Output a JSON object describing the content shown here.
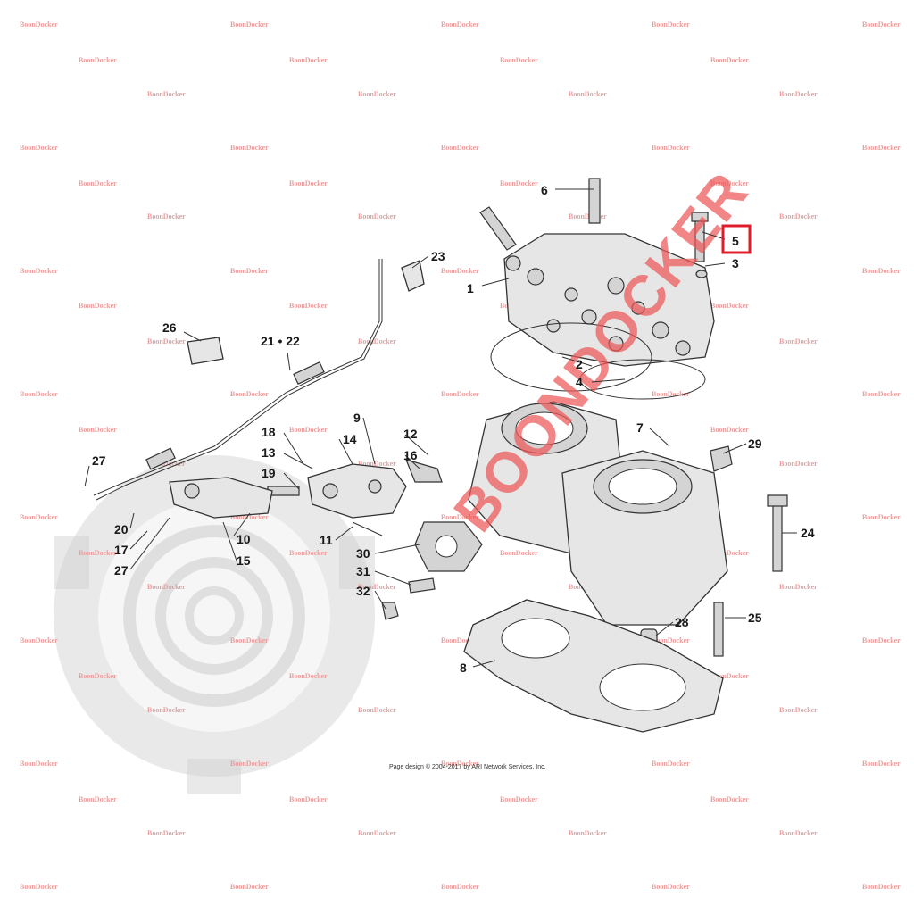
{
  "diagram": {
    "highlight_color": "#e01d2b",
    "watermark_color": "#ee5757",
    "brand_watermark": "BOONDOCKER",
    "tile_watermark": "BoonDocker",
    "credit": "Page design © 2004-2017 by ARI Network Services, Inc.",
    "callouts": [
      {
        "id": "1",
        "label": "1"
      },
      {
        "id": "2",
        "label": "2"
      },
      {
        "id": "3",
        "label": "3"
      },
      {
        "id": "4",
        "label": "4"
      },
      {
        "id": "5",
        "label": "5",
        "highlighted": true
      },
      {
        "id": "6",
        "label": "6"
      },
      {
        "id": "7",
        "label": "7"
      },
      {
        "id": "8",
        "label": "8"
      },
      {
        "id": "9",
        "label": "9"
      },
      {
        "id": "10",
        "label": "10"
      },
      {
        "id": "11",
        "label": "11"
      },
      {
        "id": "12",
        "label": "12"
      },
      {
        "id": "13",
        "label": "13"
      },
      {
        "id": "14",
        "label": "14"
      },
      {
        "id": "15",
        "label": "15"
      },
      {
        "id": "16",
        "label": "16"
      },
      {
        "id": "17",
        "label": "17"
      },
      {
        "id": "18",
        "label": "18"
      },
      {
        "id": "19",
        "label": "19"
      },
      {
        "id": "20",
        "label": "20"
      },
      {
        "id": "21-22",
        "label": "21 • 22"
      },
      {
        "id": "23",
        "label": "23"
      },
      {
        "id": "24",
        "label": "24"
      },
      {
        "id": "25",
        "label": "25"
      },
      {
        "id": "26",
        "label": "26"
      },
      {
        "id": "27a",
        "label": "27"
      },
      {
        "id": "27b",
        "label": "27"
      },
      {
        "id": "28",
        "label": "28"
      },
      {
        "id": "29",
        "label": "29"
      },
      {
        "id": "30",
        "label": "30"
      },
      {
        "id": "31",
        "label": "31"
      },
      {
        "id": "32",
        "label": "32"
      }
    ]
  }
}
